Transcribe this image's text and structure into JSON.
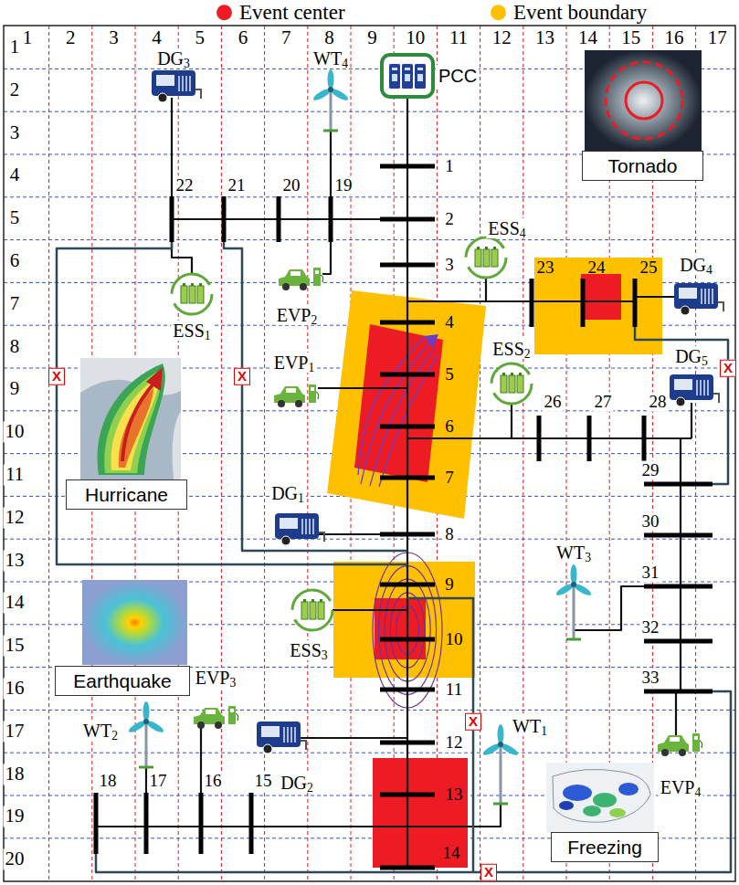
{
  "diagram": {
    "nodes": [
      {
        "text": [
          "PCC"
        ]
      },
      {
        "text": [
          "Tornado"
        ]
      },
      {
        "text": [
          "Hurricane"
        ]
      },
      {
        "text": [
          "Earthquake"
        ]
      },
      {
        "text": [
          "Freezing"
        ]
      }
    ],
    "labels": [
      "1",
      "2",
      "3",
      "4",
      "5",
      "6",
      "7",
      "8",
      "9",
      "10",
      "11",
      "12",
      "13",
      "14",
      "15",
      "16",
      "17",
      "1",
      "2",
      "3",
      "4",
      "5",
      "6",
      "7",
      "8",
      "9",
      "10",
      "11",
      "12",
      "13",
      "14",
      "15",
      "16",
      "17",
      "18",
      "19",
      "20",
      "1",
      "2",
      "3",
      "4",
      "5",
      "6",
      "7",
      "8",
      "9",
      "10",
      "11",
      "12",
      "13",
      "14",
      "15",
      "16",
      "17",
      "18",
      "19",
      "20",
      "21",
      "22",
      "23",
      "24",
      "25",
      "26",
      "27",
      "28",
      "29",
      "30",
      "31",
      "32",
      "33",
      "DG1",
      "DG2",
      "DG3",
      "DG4",
      "DG5",
      "WT1",
      "WT2",
      "WT3",
      "WT4",
      "ESS1",
      "ESS2",
      "ESS3",
      "ESS4",
      "EVP1",
      "EVP2",
      "EVP3",
      "EVP4",
      "X",
      "X",
      "X",
      "X",
      "X"
    ],
    "legend": [
      {
        "text": "Event center",
        "color": "#ed1c24"
      },
      {
        "text": "Event boundary",
        "color": "#ffc000"
      }
    ]
  }
}
